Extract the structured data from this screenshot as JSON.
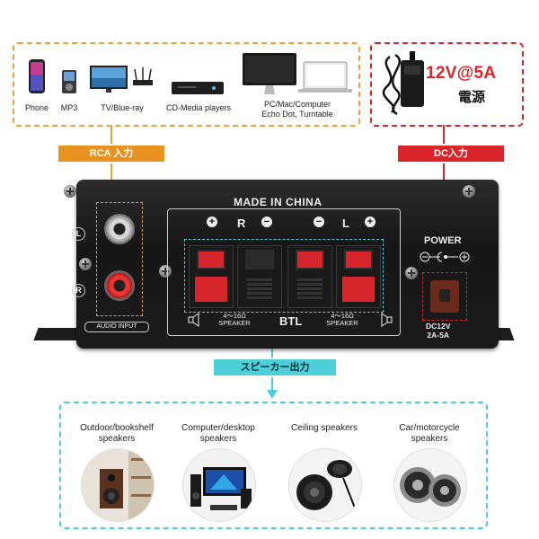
{
  "sources": {
    "items": [
      {
        "label": "Phone",
        "icon": "phone-icon"
      },
      {
        "label": "MP3",
        "icon": "mp3-player-icon"
      },
      {
        "label": "TV/Blue-ray",
        "icon": "tv-icon"
      },
      {
        "label": "CD-Media players",
        "icon": "media-player-icon"
      },
      {
        "label": "PC/Mac/Computer",
        "label2": "Echo Dot, Turntable",
        "icon": "computer-icon"
      }
    ]
  },
  "power_supply": {
    "rating": "12V@5A",
    "label": "電源"
  },
  "tags": {
    "rca_input": "RCA 入力",
    "dc_input": "DC入力",
    "speaker_output": "スピーカー出力"
  },
  "amplifier": {
    "made_in": "MADE IN CHINA",
    "channel_l": "L",
    "channel_r": "R",
    "audio_input": "AUDIO INPUT",
    "speaker_left": "4～16Ω",
    "speaker_left_2": "SPEAKER",
    "speaker_right": "4～16Ω",
    "speaker_right_2": "SPEAKER",
    "btl": "BTL",
    "polarity_labels": [
      "R",
      "L"
    ],
    "power_label": "POWER",
    "dc_spec_1": "DC12V",
    "dc_spec_2": "2A-5A"
  },
  "speaker_types": [
    {
      "line1": "Outdoor/bookshelf",
      "line2": "speakers"
    },
    {
      "line1": "Computer/desktop",
      "line2": "speakers"
    },
    {
      "line1": "Ceiling speakers",
      "line2": ""
    },
    {
      "line1": "Car/motorcycle",
      "line2": "speakers"
    }
  ],
  "colors": {
    "orange": "#e9a23b",
    "red": "#d9252a",
    "cyan": "#4ccfd6"
  }
}
